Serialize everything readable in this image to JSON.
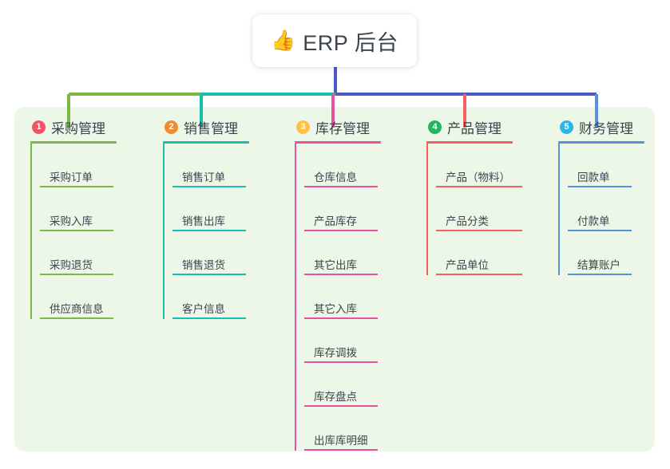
{
  "root": {
    "icon": "thumbs-up-icon",
    "icon_glyph": "👍",
    "label": "ERP 后台"
  },
  "panel": {
    "background_color": "#edf7e8"
  },
  "connector": {
    "root_drop_color": "#4a5bc4",
    "bus_colors": [
      "#7eb844",
      "#17bfb0",
      "#4a5bc4",
      "#4a5bc4"
    ]
  },
  "branches": [
    {
      "number": "1",
      "title": "采购管理",
      "badge_color": "#f05469",
      "line_color": "#7eb844",
      "children": [
        "采购订单",
        "采购入库",
        "采购退货",
        "供应商信息"
      ]
    },
    {
      "number": "2",
      "title": "销售管理",
      "badge_color": "#f08a33",
      "line_color": "#17bfb0",
      "children": [
        "销售订单",
        "销售出库",
        "销售退货",
        "客户信息"
      ]
    },
    {
      "number": "3",
      "title": "库存管理",
      "badge_color": "#ffc043",
      "line_color": "#e8519b",
      "children": [
        "仓库信息",
        "产品库存",
        "其它出库",
        "其它入库",
        "库存调拨",
        "库存盘点",
        "出库库明细"
      ]
    },
    {
      "number": "4",
      "title": "产品管理",
      "badge_color": "#22b563",
      "line_color": "#f4605f",
      "children": [
        "产品（物料）",
        "产品分类",
        "产品单位"
      ]
    },
    {
      "number": "5",
      "title": "财务管理",
      "badge_color": "#29b6e8",
      "line_color": "#5b8ede",
      "children": [
        "回款单",
        "付款单",
        "结算账户"
      ]
    }
  ]
}
